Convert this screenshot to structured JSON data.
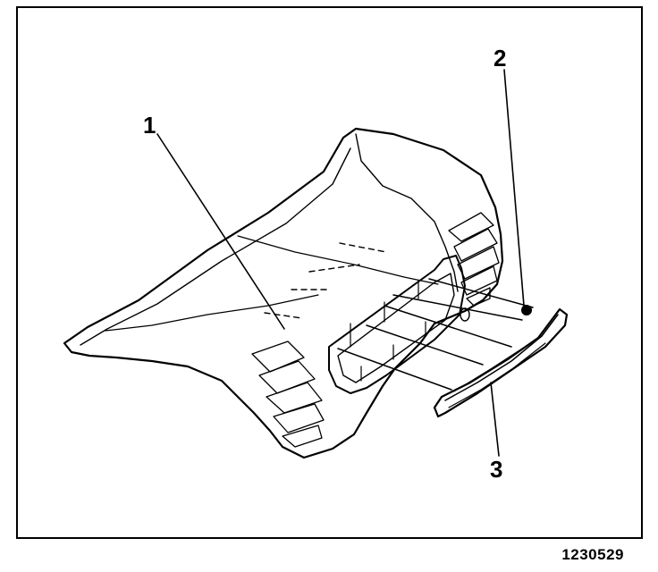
{
  "callouts": {
    "c1": "1",
    "c2": "2",
    "c3": "3"
  },
  "figure_code": "1230529",
  "colors": {
    "ink": "#000000",
    "paper": "#ffffff"
  }
}
